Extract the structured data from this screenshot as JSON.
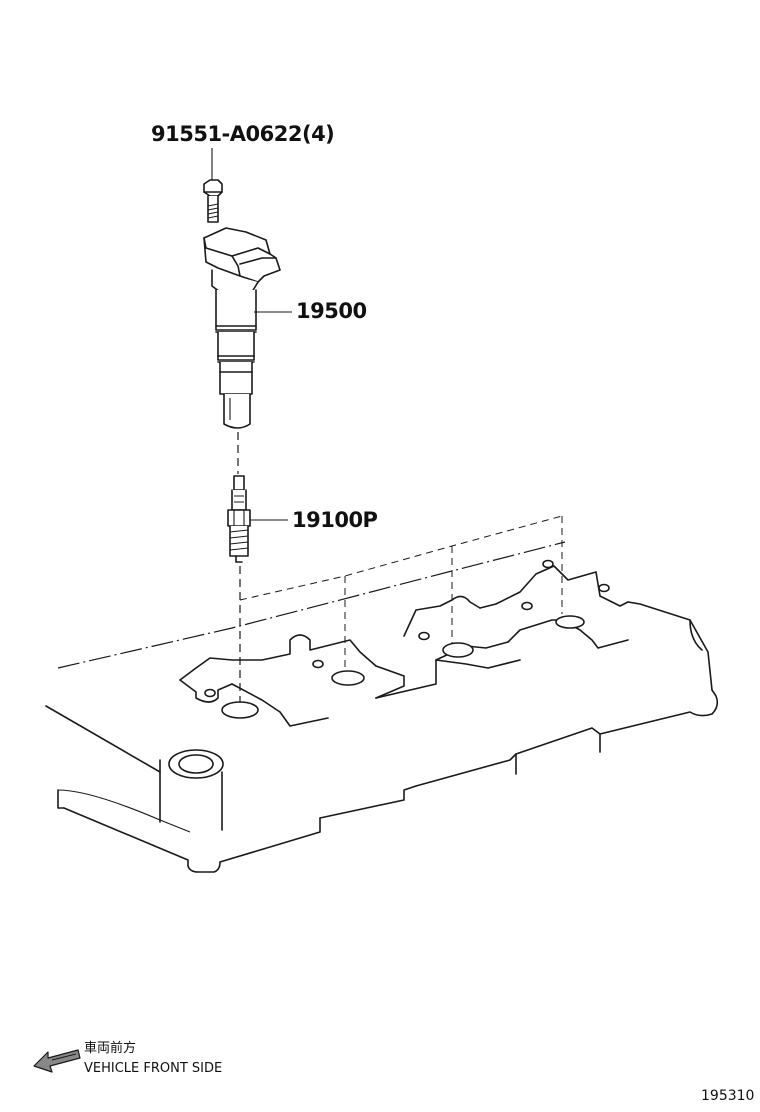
{
  "callouts": {
    "bolt": "91551-A0622(4)",
    "ignition_coil": "19500",
    "spark_plug": "19100P"
  },
  "direction": {
    "japanese": "車両前方",
    "english": "VEHICLE FRONT SIDE",
    "icon": "arrow-left-icon"
  },
  "figure_number": "195310"
}
